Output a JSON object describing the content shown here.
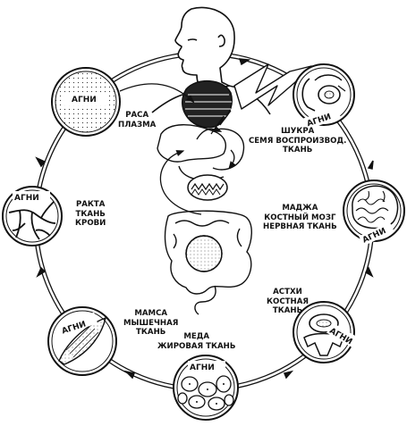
{
  "agni": "АГНИ",
  "dhatus": {
    "rasa": {
      "lines": [
        "РАСА",
        "ПЛАЗМА"
      ]
    },
    "rakta": {
      "lines": [
        "РАКТА",
        "ТКАНЬ",
        "КРОВИ"
      ]
    },
    "mamsa": {
      "lines": [
        "МАМСА",
        "МЫШЕЧНАЯ",
        "ТКАНЬ"
      ]
    },
    "meda": {
      "lines": [
        "МЕДА",
        "ЖИРОВАЯ ТКАНЬ"
      ]
    },
    "asthi": {
      "lines": [
        "АСТХИ",
        "КОСТНАЯ",
        "ТКАНЬ"
      ]
    },
    "majja": {
      "lines": [
        "МАДЖА",
        "КОСТНЫЙ МОЗГ",
        "НЕРВНАЯ ТКАНЬ"
      ]
    },
    "shukra": {
      "lines": [
        "ШУКРА",
        "СЕМЯ ВОСПРОИЗВОД.",
        "ТКАНЬ"
      ]
    }
  },
  "colors": {
    "ink": "#111111",
    "paper": "#ffffff"
  }
}
